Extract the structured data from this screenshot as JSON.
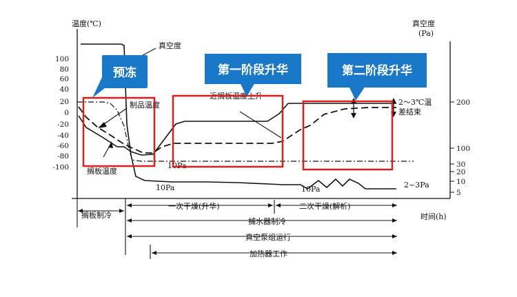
{
  "chart_data": {
    "type": "line",
    "left_axis": {
      "label": "温度(℃)",
      "ticks": [
        "100",
        "80",
        "60",
        "40",
        "20",
        "0",
        "-20",
        "-40",
        "-60",
        "-80",
        "-100"
      ]
    },
    "right_axis": {
      "label_line1": "真空度",
      "label_line2": "(Pa)",
      "ticks": [
        "200",
        "100",
        "30",
        "20",
        "10",
        "5"
      ]
    },
    "x_axis": {
      "label": "时间(h)"
    },
    "series_labels": {
      "vacuum": "真空度",
      "product_temp": "制品温度",
      "shelf_temp": "搁板温度",
      "near_shelf_line1": "近搁板温度上升",
      "end_line1": "2～3℃温",
      "end_line2": "差结束"
    },
    "annotations": {
      "pa_10a": "10Pa",
      "pa_10b": "10Pa",
      "pa_10c": "10Pa",
      "pa_23": "2~3Pa"
    },
    "callouts": [
      {
        "text": "预冻",
        "color": "#1a78c8"
      },
      {
        "text": "第一阶段升华",
        "color": "#1a78c8"
      },
      {
        "text": "第二阶段升华",
        "color": "#1a78c8"
      }
    ],
    "phase_bars": [
      {
        "label": "搁板制冷"
      },
      {
        "label": "一次干燥(升华)"
      },
      {
        "label": "二次干燥(解析)"
      },
      {
        "label": "捕水器制冷"
      },
      {
        "label": "真空泵组运行"
      },
      {
        "label": "加热器工作"
      }
    ],
    "highlight_color": "#d91e1e",
    "grid": false
  }
}
